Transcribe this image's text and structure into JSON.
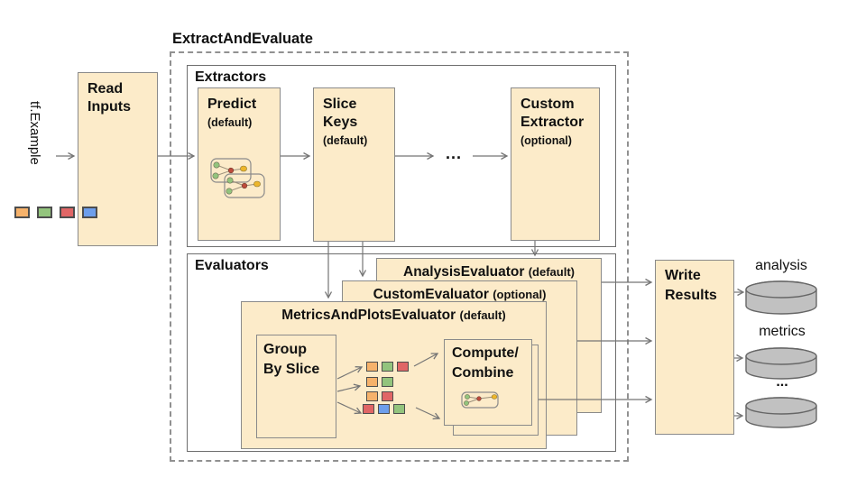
{
  "title": "ExtractAndEvaluate",
  "input": {
    "label": "tf.Example"
  },
  "read_inputs": {
    "lines": [
      "Read",
      "Inputs"
    ]
  },
  "extractors": {
    "label": "Extractors",
    "ellipsis": "...",
    "predict": {
      "lines": [
        "Predict"
      ],
      "qualifier": "(default)"
    },
    "slice_keys": {
      "lines": [
        "Slice",
        "Keys"
      ],
      "qualifier": "(default)"
    },
    "custom": {
      "lines": [
        "Custom",
        "Extractor"
      ],
      "qualifier": "(optional)"
    }
  },
  "evaluators": {
    "label": "Evaluators",
    "analysis": {
      "name": "AnalysisEvaluator",
      "qualifier": "(default)"
    },
    "custom": {
      "name": "CustomEvaluator",
      "qualifier": "(optional)"
    },
    "metrics_and_plots": {
      "name": "MetricsAndPlotsEvaluator",
      "qualifier": "(default)"
    },
    "group_by_slice": {
      "lines": [
        "Group",
        "By Slice"
      ]
    },
    "compute_combine": {
      "lines": [
        "Compute/",
        "Combine"
      ]
    }
  },
  "write_results": {
    "lines": [
      "Write",
      "Results"
    ]
  },
  "outputs": {
    "labels": [
      "analysis",
      "metrics",
      "..."
    ]
  },
  "input_squares": [
    "orange",
    "green",
    "red",
    "blue"
  ],
  "slice_grid_rows": [
    [
      "orange",
      "green",
      "red"
    ],
    [
      "orange",
      "green"
    ],
    [
      "orange",
      "red"
    ],
    [
      "red",
      "blue",
      "green"
    ]
  ],
  "icons": {
    "predict": "model-graph-icon",
    "compute_combine": "combine-graph-icon"
  },
  "colors": {
    "box_fill": "#FCEBC9",
    "box_border": "#8A8A8A",
    "container_border": "#6E6E6E",
    "arrow": "#757575",
    "cylinder_fill": "#C1C1C1",
    "cylinder_border": "#666666",
    "square_border": "#4D4D4D",
    "orange": "#F6B26B",
    "green": "#93C47D",
    "red": "#E06666",
    "blue": "#6D9EEB",
    "node_green": "#93C47D",
    "node_red": "#BE4B3B",
    "node_yellow": "#EDB62B"
  }
}
